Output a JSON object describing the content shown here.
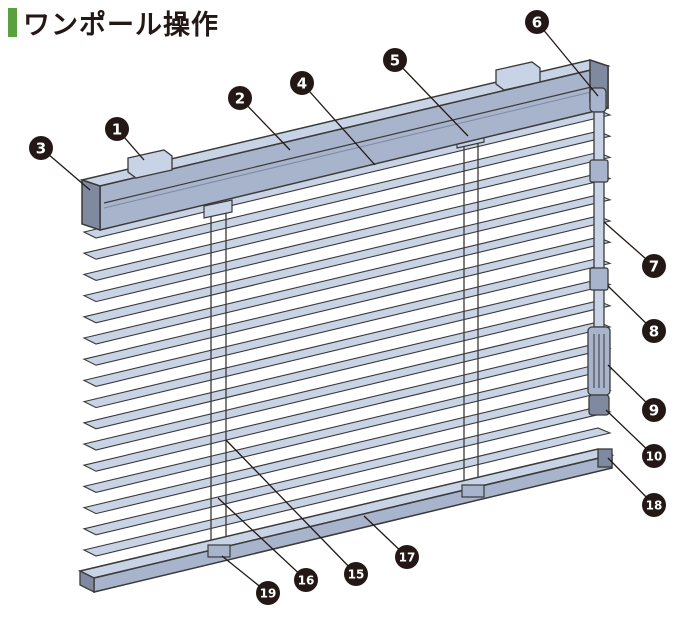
{
  "title": {
    "text": "ワンポール操作"
  },
  "colors": {
    "title_bar": "#5aa03c",
    "slat": "#c9d3e6",
    "frame": "#a8b4cb",
    "frame_dark": "#7f8aa0",
    "outline": "#3a3a3a",
    "callout": "#231815"
  },
  "callouts": [
    {
      "id": "c1",
      "number": "1"
    },
    {
      "id": "c2",
      "number": "2"
    },
    {
      "id": "c3",
      "number": "3"
    },
    {
      "id": "c4",
      "number": "4"
    },
    {
      "id": "c5",
      "number": "5"
    },
    {
      "id": "c6",
      "number": "6"
    },
    {
      "id": "c7",
      "number": "7"
    },
    {
      "id": "c8",
      "number": "8"
    },
    {
      "id": "c9",
      "number": "9"
    },
    {
      "id": "c10",
      "number": "10"
    },
    {
      "id": "c15",
      "number": "15"
    },
    {
      "id": "c16",
      "number": "16"
    },
    {
      "id": "c17",
      "number": "17"
    },
    {
      "id": "c18",
      "number": "18"
    },
    {
      "id": "c19",
      "number": "19"
    }
  ]
}
